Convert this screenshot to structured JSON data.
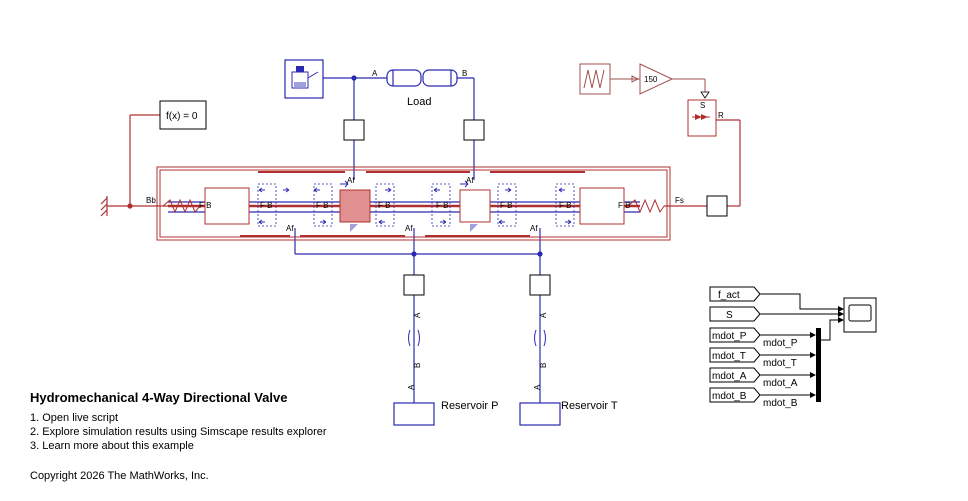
{
  "model": {
    "title": "Hydromechanical 4-Way Directional Valve",
    "links": [
      {
        "label": "1. Open live script"
      },
      {
        "label": "2. Explore simulation results using Simscape results explorer"
      },
      {
        "label": "3. Learn more about this example"
      }
    ],
    "copyright": "Copyright 2026 The MathWorks, Inc."
  },
  "blocks": {
    "load_label": "Load",
    "port_a": "A",
    "port_b": "B",
    "fx_label": "f(x) = 0",
    "gain_value": "150",
    "source_port_s": "S",
    "source_port_r": "R",
    "reservoir_p": "Reservoir P",
    "reservoir_t": "Reservoir T",
    "valve_bb": "Bb",
    "valve_fs": "Fs",
    "valve_af": "Af",
    "valve_fb": "F B"
  },
  "scope_inputs": {
    "tags": [
      "f_act",
      "S",
      "mdot_P",
      "mdot_T",
      "mdot_A",
      "mdot_B"
    ],
    "bus_labels": [
      "mdot_P",
      "mdot_T",
      "mdot_A",
      "mdot_B"
    ]
  },
  "colors": {
    "hydraulic": "#2a2ab0",
    "mechanical": "#b03030",
    "signal": "#000000",
    "physical_signal": "#a05050"
  }
}
